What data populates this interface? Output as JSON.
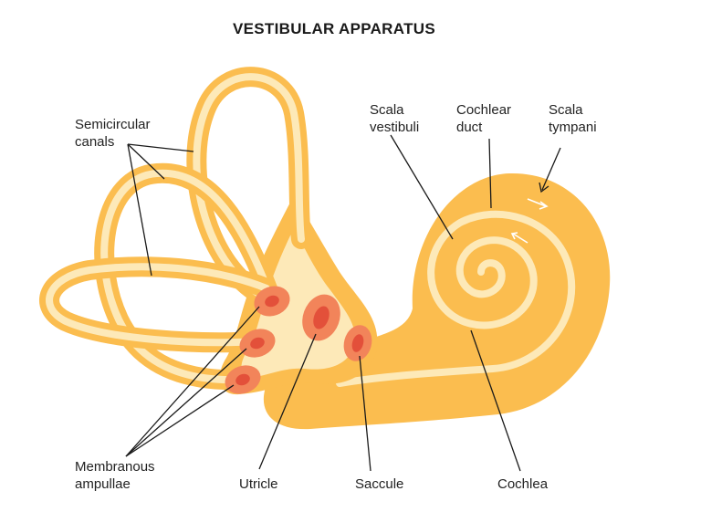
{
  "title": "VESTIBULAR APPARATUS",
  "labels": {
    "semicircular_canals": [
      "Semicircular",
      "canals"
    ],
    "scala_vestibuli": [
      "Scala",
      "vestibuli"
    ],
    "cochlear_duct": [
      "Cochlear",
      "duct"
    ],
    "scala_tympani": [
      "Scala",
      "tympani"
    ],
    "membranous_ampullae": [
      "Membranous",
      "ampullae"
    ],
    "utricle": "Utricle",
    "saccule": "Saccule",
    "cochlea": "Cochlea"
  },
  "colors": {
    "structure_fill": "#fbbd4f",
    "inner_lumen": "#fde9b8",
    "ampulla_outer": "#f2845a",
    "ampulla_inner": "#e3503a",
    "leader_line": "#1a1a1a",
    "flow_arrow": "#ffffff"
  }
}
